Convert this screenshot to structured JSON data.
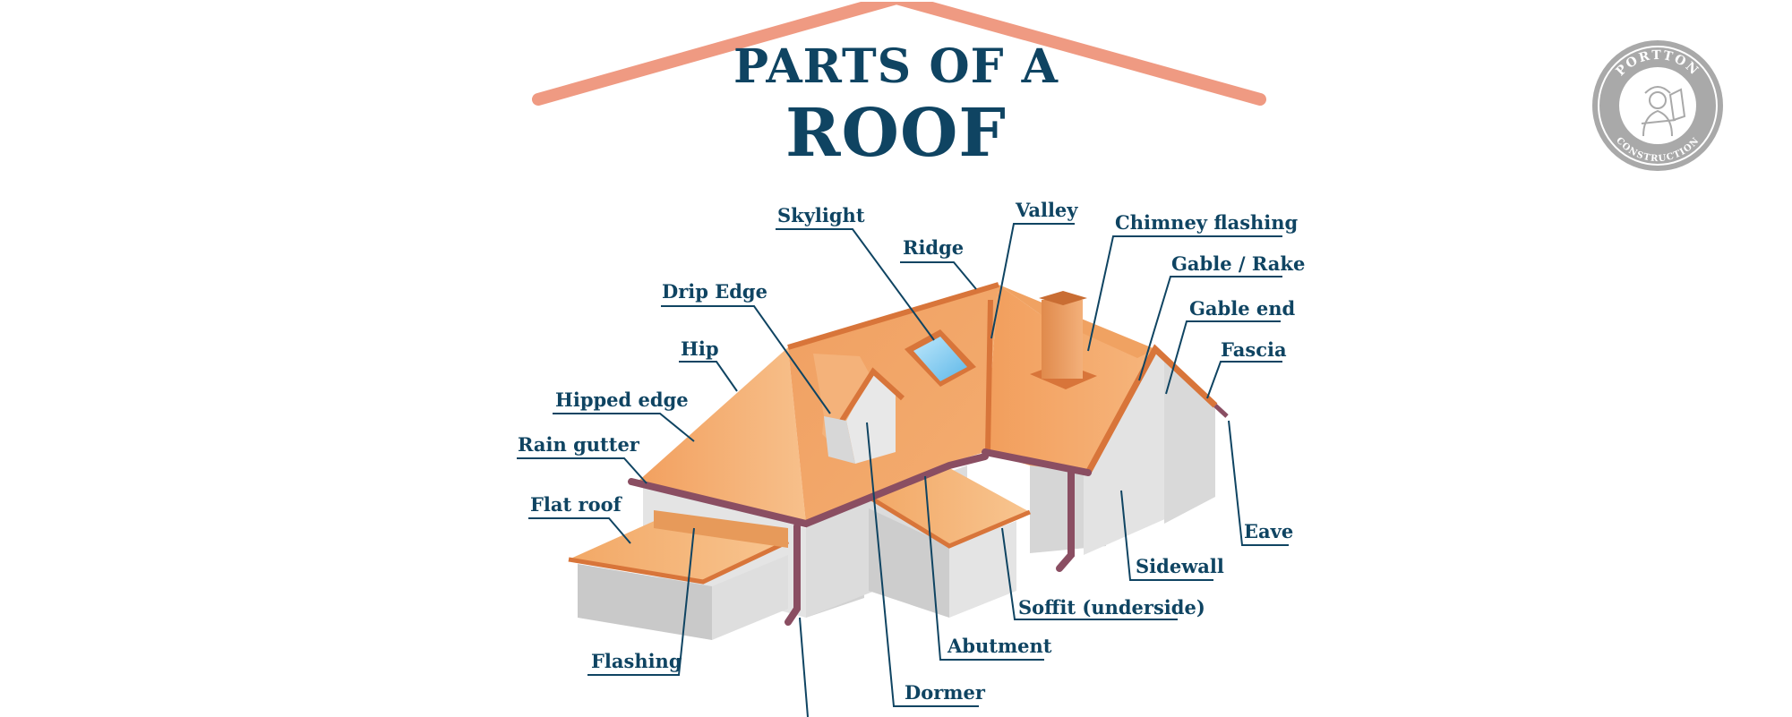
{
  "title": {
    "line1": "PARTS OF A",
    "line2": "ROOF"
  },
  "logo": {
    "top_text": "PORTTON",
    "bottom_text": "CONSTRUCTION"
  },
  "labels": {
    "skylight": "Skylight",
    "valley": "Valley",
    "chimney_flashing": "Chimney flashing",
    "ridge": "Ridge",
    "gable_rake": "Gable / Rake",
    "drip_edge": "Drip Edge",
    "gable_end": "Gable end",
    "hip": "Hip",
    "fascia": "Fascia",
    "hipped_edge": "Hipped edge",
    "rain_gutter": "Rain gutter",
    "flat_roof": "Flat roof",
    "eave": "Eave",
    "sidewall": "Sidewall",
    "soffit": "Soffit (underside)",
    "abutment": "Abutment",
    "flashing": "Flashing",
    "dormer": "Dormer"
  },
  "colors": {
    "text": "#0f4462",
    "roof": "#f3a866",
    "roof_edge": "#d8753a",
    "wall": "#e2e2e2",
    "gutter": "#8a4e62",
    "skylight": "#8fd1f2",
    "title_roof_line": "#ef9a82",
    "logo_gray": "#a9a9a9"
  }
}
